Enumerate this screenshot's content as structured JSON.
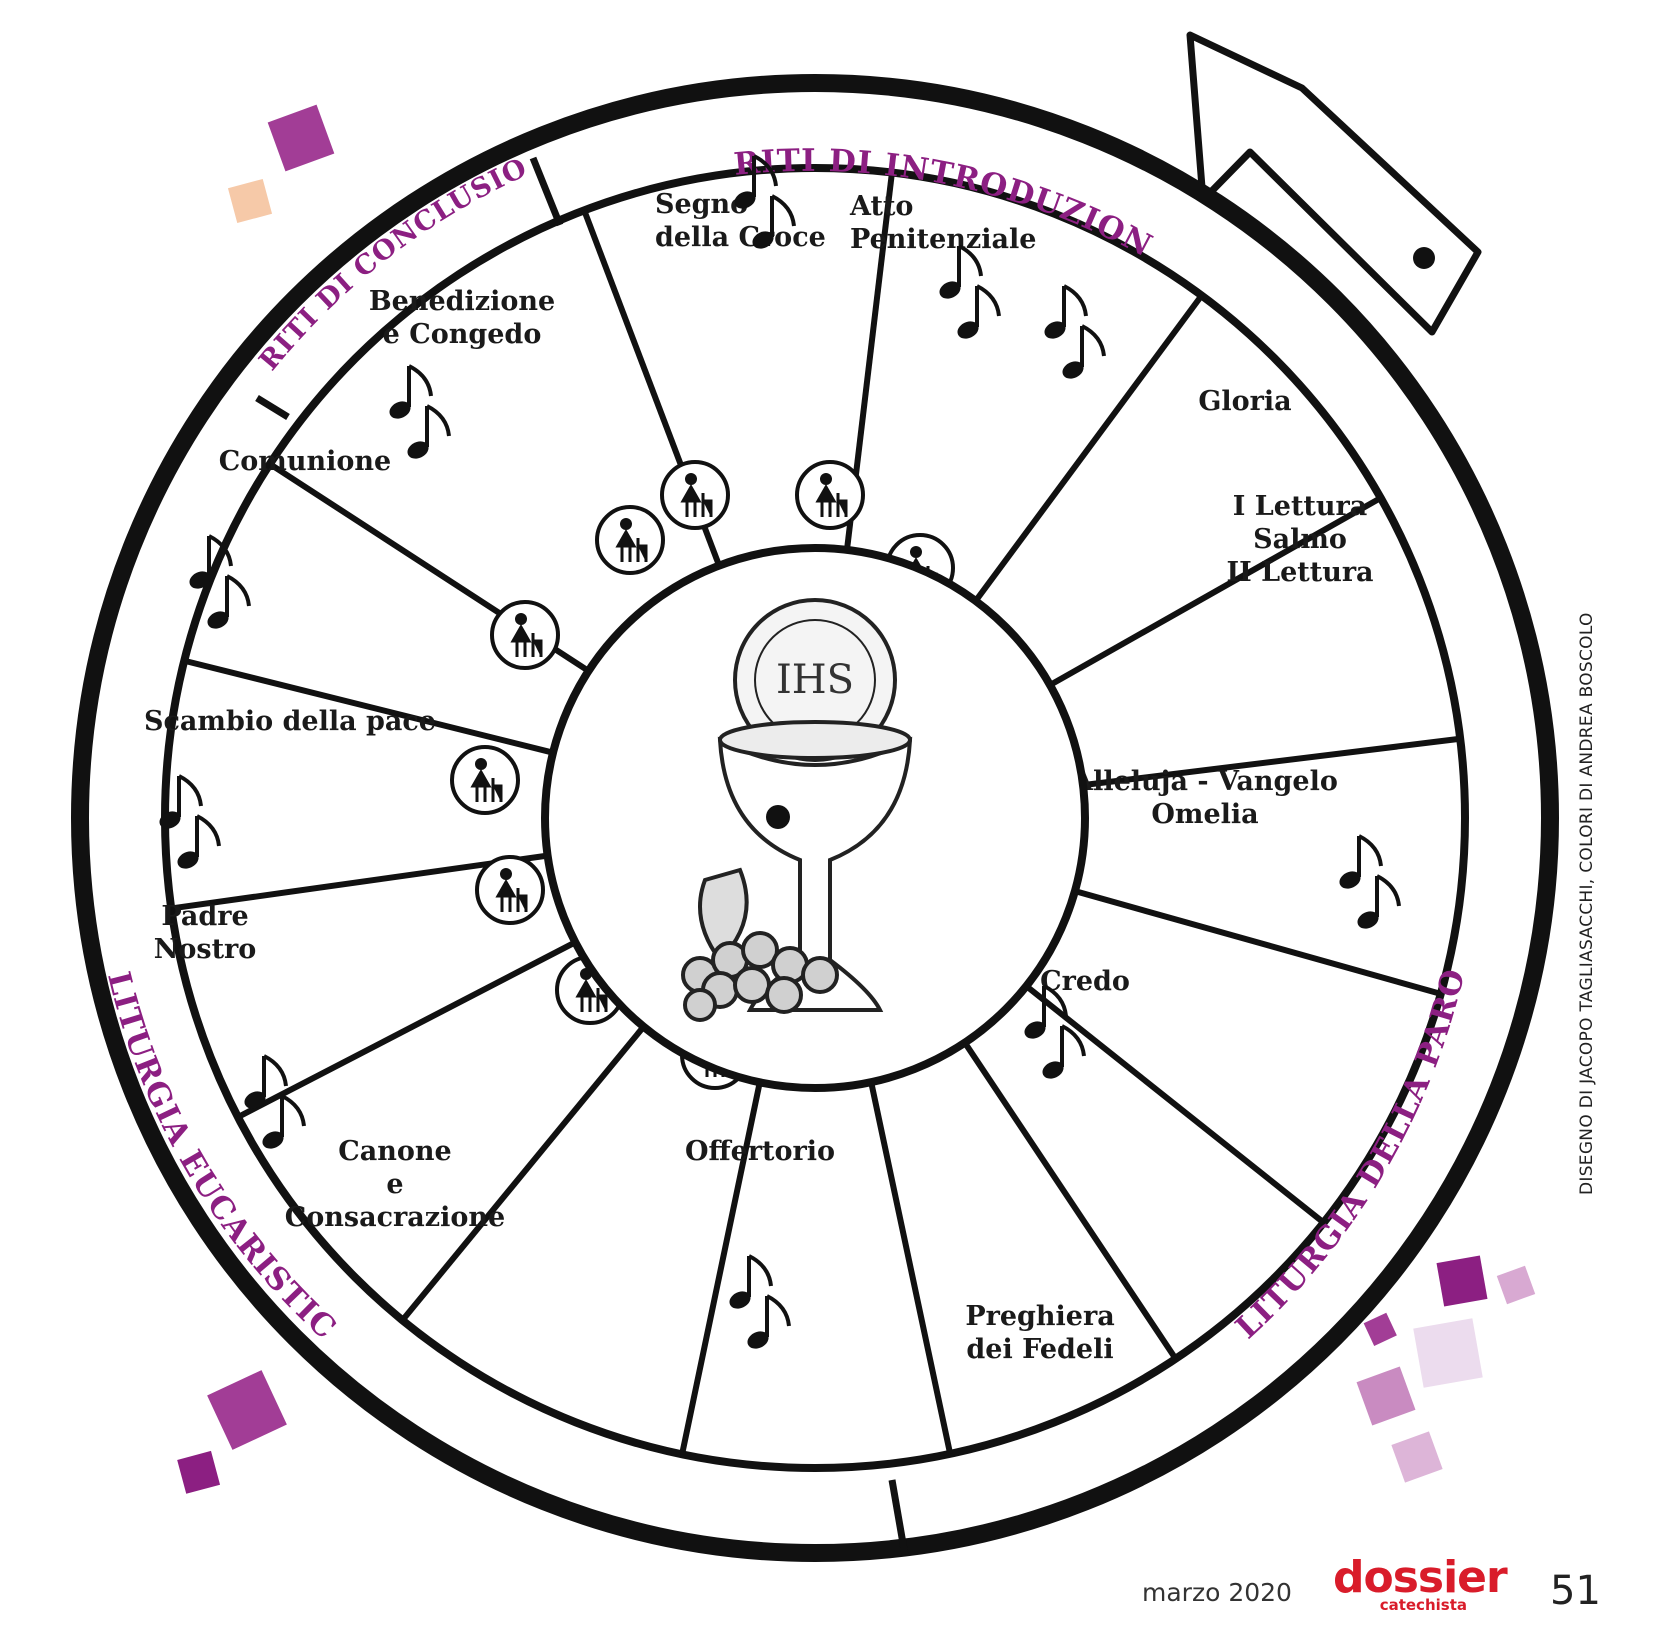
{
  "sections": {
    "introduzione": "RITI DI INTRODUZIONE",
    "conclusione": "RITI DI CONCLUSIONE",
    "parola": "LITURGIA DELLA PAROLA",
    "eucaristica": "LITURGIA EUCARISTICA"
  },
  "segments": [
    {
      "lines": [
        "Segno",
        "della Croce"
      ],
      "icon": "sitting-person-icon",
      "music": true
    },
    {
      "lines": [
        "Atto",
        "Penitenziale"
      ],
      "icon": "sitting-person-icon",
      "music": true
    },
    {
      "lines": [
        "Gloria"
      ],
      "icon": "sitting-person-icon",
      "music": true
    },
    {
      "lines": [
        "I Lettura",
        "Salmo",
        "II Lettura"
      ],
      "icon": "sitting-person-icon",
      "music": false
    },
    {
      "lines": [
        "Alleluja - Vangelo",
        "Omelia"
      ],
      "icon": "sitting-person-icon",
      "music": true
    },
    {
      "lines": [
        "Credo"
      ],
      "icon": "sitting-person-icon",
      "music": true
    },
    {
      "lines": [
        "Preghiera",
        "dei Fedeli"
      ],
      "icon": "sitting-person-icon",
      "music": false
    },
    {
      "lines": [
        "Offertorio"
      ],
      "icon": "sitting-person-icon",
      "music": true
    },
    {
      "lines": [
        "Canone",
        "e",
        "Consacrazione"
      ],
      "icon": "kneeling-person-icon",
      "music": false
    },
    {
      "lines": [
        "Padre",
        "Nostro"
      ],
      "icon": "praying-person-icon",
      "music": true
    },
    {
      "lines": [
        "Scambio della pace"
      ],
      "icon": "two-people-icon",
      "music": true
    },
    {
      "lines": [
        "Comunione"
      ],
      "icon": "three-people-icon",
      "music": true
    },
    {
      "lines": [
        "Benedizione",
        "e Congedo"
      ],
      "icon": "sitting-person-icon",
      "music": true
    }
  ],
  "center": {
    "monogram": "IHS",
    "icon": "chalice-host-icon"
  },
  "credit": "DISEGNO DI JACOPO TAGLIASACCHI, COLORI DI ANDREA BOSCOLO",
  "footer": {
    "date": "marzo 2020",
    "logo_main": "dossier",
    "logo_sub": "catechista",
    "page": "51"
  },
  "colors": {
    "section": "#8c1f82",
    "logo": "#d91c2a",
    "confetti": [
      "#a23d96",
      "#f6c9a8",
      "#8c1f82",
      "#c98bc1",
      "#e8d3ea"
    ]
  }
}
